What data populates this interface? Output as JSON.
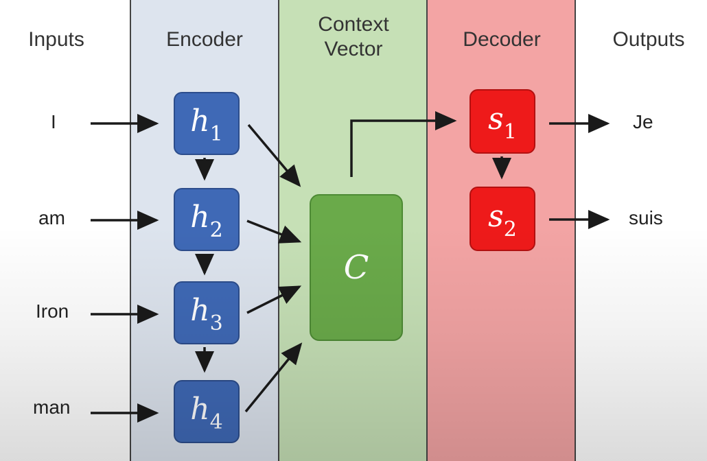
{
  "headers": {
    "inputs": "Inputs",
    "encoder": "Encoder",
    "context_vector": "Context\nVector",
    "decoder": "Decoder",
    "outputs": "Outputs"
  },
  "inputs": [
    "I",
    "am",
    "Iron",
    "man"
  ],
  "encoder_states": [
    {
      "symbol": "h",
      "index": "1"
    },
    {
      "symbol": "h",
      "index": "2"
    },
    {
      "symbol": "h",
      "index": "3"
    },
    {
      "symbol": "h",
      "index": "4"
    }
  ],
  "context": {
    "symbol": "C"
  },
  "decoder_states": [
    {
      "symbol": "s",
      "index": "1"
    },
    {
      "symbol": "s",
      "index": "2"
    }
  ],
  "outputs": [
    "Je",
    "suis"
  ],
  "colors": {
    "encoder_bg": "#dde4ee",
    "context_bg": "#c6e0b6",
    "decoder_bg": "#f3a4a4",
    "encoder_node": "#3f69b6",
    "context_node": "#6aaa4a",
    "decoder_node": "#ee1a1a"
  }
}
